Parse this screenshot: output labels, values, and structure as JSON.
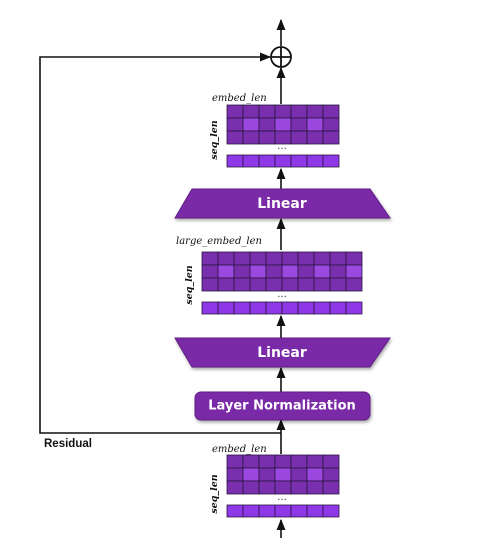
{
  "labels": {
    "top_embed": "embed_len",
    "top_seq": "seq_len",
    "mid_large_embed": "large_embed_len",
    "mid_seq": "seq_len",
    "bottom_embed": "embed_len",
    "bottom_seq": "seq_len",
    "ellipsis": "...",
    "residual": "Residual"
  },
  "blocks": {
    "linear_top": "Linear",
    "linear_bottom": "Linear",
    "layer_norm": "Layer Normalization"
  },
  "colors": {
    "cell_dark": "#7a2fae",
    "cell_light": "#9a48e0",
    "cell_last_row": "#8f38e8",
    "cell_border": "#2a1440",
    "block_fill": "#7a2ba6",
    "block_edge": "#5e1f85",
    "line": "#111111"
  },
  "icons": [
    "plus-circle-icon",
    "arrow-up-icon"
  ]
}
